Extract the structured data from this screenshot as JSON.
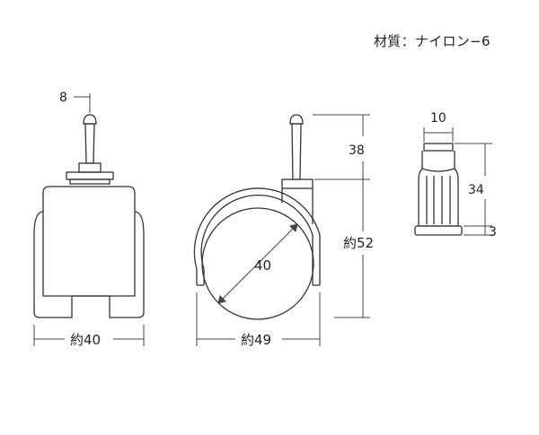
{
  "material": {
    "label": "材質：ナイロン−6"
  },
  "front_view": {
    "stem_diameter": "8",
    "width": "約40"
  },
  "side_view": {
    "stem_height": "38",
    "height": "約52",
    "wheel_diameter": "40",
    "width": "約49"
  },
  "socket_view": {
    "diameter": "10",
    "height": "34",
    "flange": "3"
  },
  "colors": {
    "outline": "#333333",
    "dimension_line": "#444444",
    "text": "#222222"
  }
}
